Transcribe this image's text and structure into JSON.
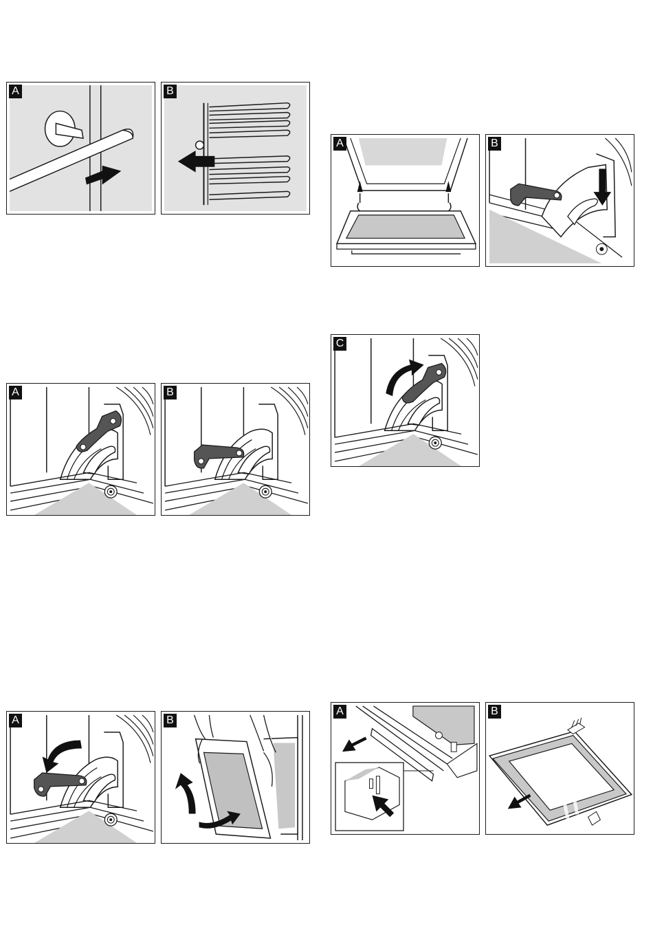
{
  "figures": [
    {
      "id": "fig1a",
      "label": "A",
      "depicts": "rail-hook-pull-out"
    },
    {
      "id": "fig1b",
      "label": "B",
      "depicts": "rack-remove"
    },
    {
      "id": "fig2a",
      "label": "A",
      "depicts": "hinge-lever-closed"
    },
    {
      "id": "fig2b",
      "label": "B",
      "depicts": "hinge-lever-open"
    },
    {
      "id": "fig3a",
      "label": "A",
      "depicts": "lever-rotate-down"
    },
    {
      "id": "fig3b",
      "label": "B",
      "depicts": "door-lift-off"
    },
    {
      "id": "fig4a",
      "label": "A",
      "depicts": "door-hang-on"
    },
    {
      "id": "fig4b",
      "label": "B",
      "depicts": "hinge-push-down"
    },
    {
      "id": "fig4c",
      "label": "C",
      "depicts": "lever-fold-back"
    },
    {
      "id": "fig5a",
      "label": "A",
      "depicts": "cover-strip-release"
    },
    {
      "id": "fig5b",
      "label": "B",
      "depicts": "glass-pane-pull-out"
    }
  ],
  "colors": {
    "line": "#1a1a1a",
    "gray": "#d8d8d8",
    "dark": "#555555",
    "arrow": "#111111"
  }
}
